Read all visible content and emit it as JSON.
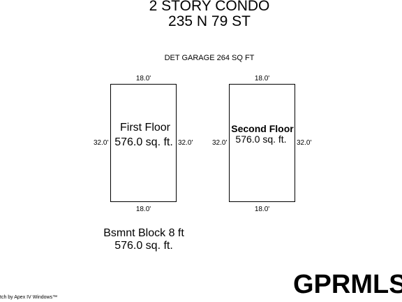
{
  "header": {
    "title": "2 STORY CONDO",
    "address": "235 N 79 ST"
  },
  "garage": {
    "label": "DET GARAGE 264 SQ FT"
  },
  "first_floor": {
    "name": "First Floor",
    "area": "576.0 sq. ft.",
    "top_dim": "18.0'",
    "bottom_dim": "18.0'",
    "left_dim": "32.0'",
    "right_dim": "32.0'"
  },
  "second_floor": {
    "name": "Second Floor",
    "area": "576.0 sq. ft.",
    "top_dim": "18.0'",
    "bottom_dim": "18.0'",
    "left_dim": "32.0'",
    "right_dim": "32.0'"
  },
  "basement": {
    "name": "Bsmnt Block 8 ft",
    "area": "576.0 sq. ft."
  },
  "footer": {
    "credit": "tch by Apex IV Windows™"
  },
  "logo": {
    "text": "GPRMLS"
  }
}
